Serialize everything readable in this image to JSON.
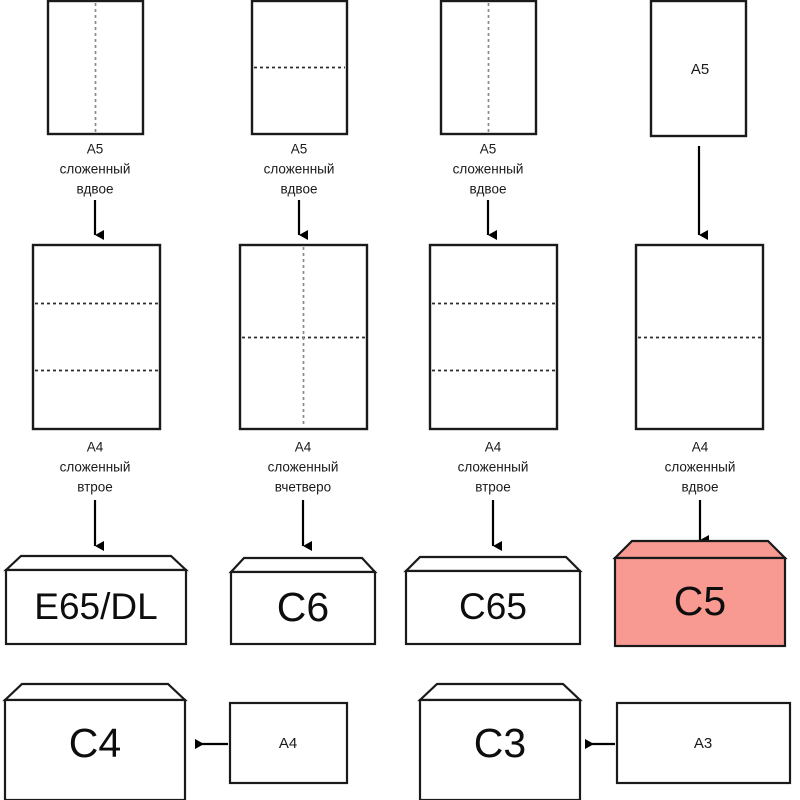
{
  "diagram": {
    "title": "Paper folding to envelope size chart",
    "language": "ru",
    "highlight_color": "#f89a92",
    "line_color": "#1a1a1a"
  },
  "columns": [
    {
      "id": "col1",
      "top_sheet": {
        "name": "A5",
        "fold": "vertical-half",
        "label_inside": ""
      },
      "top_caption": {
        "line1": "A5",
        "line2": "сложенный",
        "line3": "вдвое"
      },
      "mid_sheet": {
        "name": "A4",
        "fold": "horizontal-thirds"
      },
      "mid_caption": {
        "line1": "A4",
        "line2": "сложенный",
        "line3": "втрое"
      },
      "envelope": {
        "label": "E65/DL",
        "highlighted": false
      }
    },
    {
      "id": "col2",
      "top_sheet": {
        "name": "A5",
        "fold": "horizontal-half",
        "label_inside": ""
      },
      "top_caption": {
        "line1": "A5",
        "line2": "сложенный",
        "line3": "вдвое"
      },
      "mid_sheet": {
        "name": "A4",
        "fold": "cross-quarter"
      },
      "mid_caption": {
        "line1": "A4",
        "line2": "сложенный",
        "line3": "вчетверо"
      },
      "envelope": {
        "label": "C6",
        "highlighted": false
      }
    },
    {
      "id": "col3",
      "top_sheet": {
        "name": "A5",
        "fold": "vertical-half",
        "label_inside": ""
      },
      "top_caption": {
        "line1": "A5",
        "line2": "сложенный",
        "line3": "вдвое"
      },
      "mid_sheet": {
        "name": "A4",
        "fold": "horizontal-thirds"
      },
      "mid_caption": {
        "line1": "A4",
        "line2": "сложенный",
        "line3": "втрое"
      },
      "envelope": {
        "label": "C65",
        "highlighted": false
      }
    },
    {
      "id": "col4",
      "top_sheet": {
        "name": "A5",
        "fold": "none",
        "label_inside": "A5"
      },
      "top_caption": {
        "line1": "",
        "line2": "",
        "line3": ""
      },
      "mid_sheet": {
        "name": "A4",
        "fold": "horizontal-half"
      },
      "mid_caption": {
        "line1": "A4",
        "line2": "сложенный",
        "line3": "вдвое"
      },
      "envelope": {
        "label": "C5",
        "highlighted": true
      }
    }
  ],
  "bottom_row": [
    {
      "id": "c4-pair",
      "envelope": {
        "label": "C4",
        "highlighted": false
      },
      "source_sheet": {
        "label": "A4"
      }
    },
    {
      "id": "c3-pair",
      "envelope": {
        "label": "C3",
        "highlighted": false
      },
      "source_sheet": {
        "label": "A3"
      }
    }
  ]
}
